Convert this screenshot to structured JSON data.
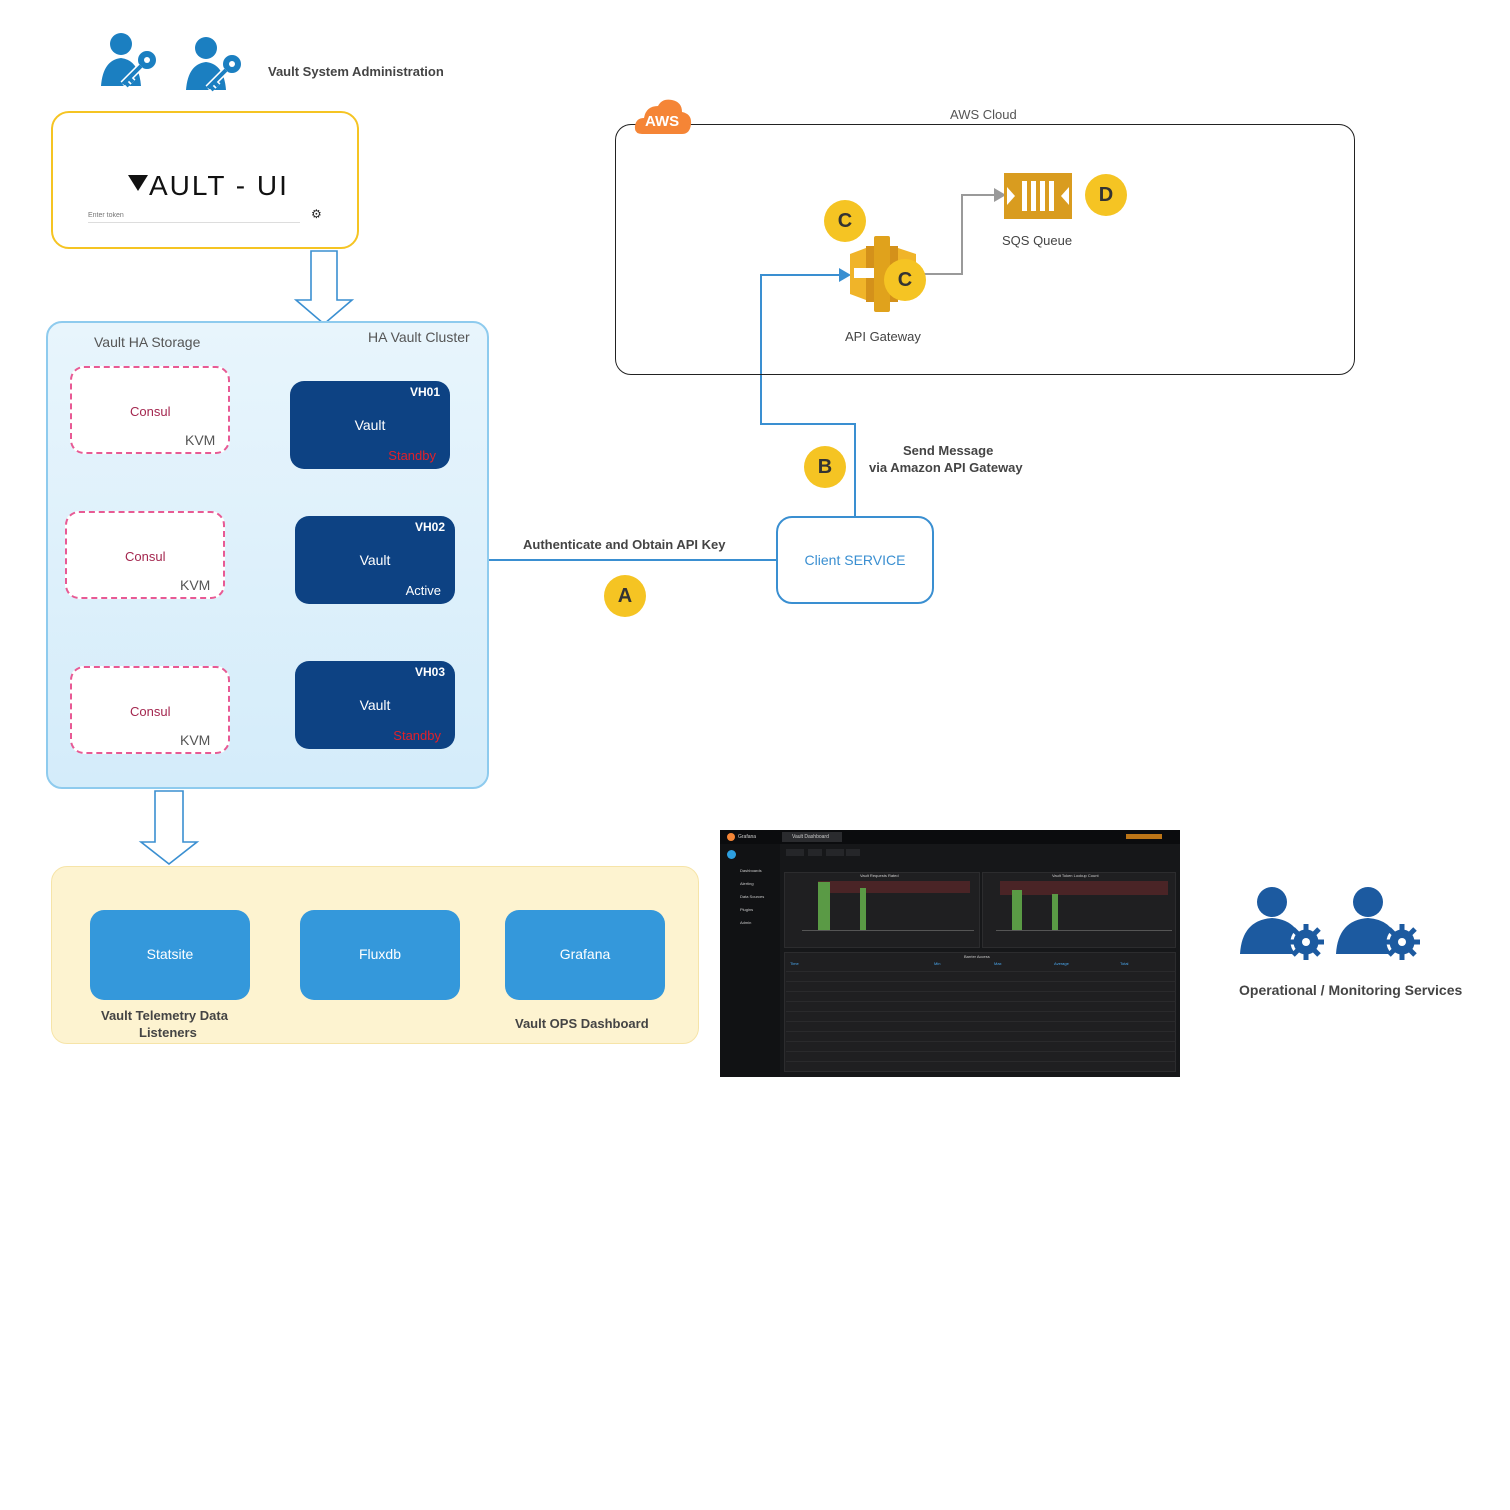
{
  "admin": {
    "label": "Vault System Administration",
    "icon": "admin-key-user-icon"
  },
  "vault_ui": {
    "logo_text": "AULT - UI",
    "token_placeholder": "Enter token",
    "settings_icon": "gear-icon"
  },
  "cluster": {
    "title": "HA Vault Cluster",
    "storage_title": "Vault HA Storage",
    "consul_nodes": [
      {
        "name": "Consul",
        "sub": "KVM"
      },
      {
        "name": "Consul",
        "sub": "KVM"
      },
      {
        "name": "Consul",
        "sub": "KVM"
      }
    ],
    "vault_nodes": [
      {
        "id": "VH01",
        "name": "Vault",
        "state": "Standby"
      },
      {
        "id": "VH02",
        "name": "Vault",
        "state": "Active"
      },
      {
        "id": "VH03",
        "name": "Vault",
        "state": "Standby"
      }
    ]
  },
  "telemetry": {
    "boxes": [
      "Statsite",
      "Fluxdb",
      "Grafana"
    ],
    "listeners_label_1": "Vault Telemetry Data",
    "listeners_label_2": "Listeners",
    "dashboard_label": "Vault OPS Dashboard"
  },
  "aws": {
    "badge": "AWS",
    "cloud_label": "AWS Cloud",
    "api_gateway": "API Gateway",
    "sqs_queue": "SQS Queue",
    "brand_color": "#f58536"
  },
  "client": {
    "label": "Client SERVICE"
  },
  "flows": {
    "authenticate": "Authenticate and Obtain API Key",
    "send_message_1": "Send Message",
    "send_message_2": "via Amazon API Gateway"
  },
  "steps": {
    "a": "A",
    "b": "B",
    "c1": "C",
    "c2": "C",
    "d": "D"
  },
  "grafana_screenshot": {
    "brand": "Grafana",
    "dashboard_title": "Vault Dashboard",
    "sidebar": [
      "Dashboards",
      "Alerting",
      "Data Sources",
      "Plugins",
      "Admin"
    ],
    "panel_1": "Vault Requests Rated",
    "panel_2": "Vault Token Lookup Count",
    "table_title": "Barrier Access",
    "table_columns": [
      "Time",
      "Min",
      "Max",
      "Average",
      "Total"
    ]
  },
  "ops": {
    "label": "Operational / Monitoring Services",
    "icon": "gear-user-icon"
  },
  "colors": {
    "accent_yellow": "#f5c423",
    "vault_node": "#0d4283",
    "telemetry_box": "#3498db",
    "consul_border": "#e85a94",
    "standby": "#e0202a"
  }
}
